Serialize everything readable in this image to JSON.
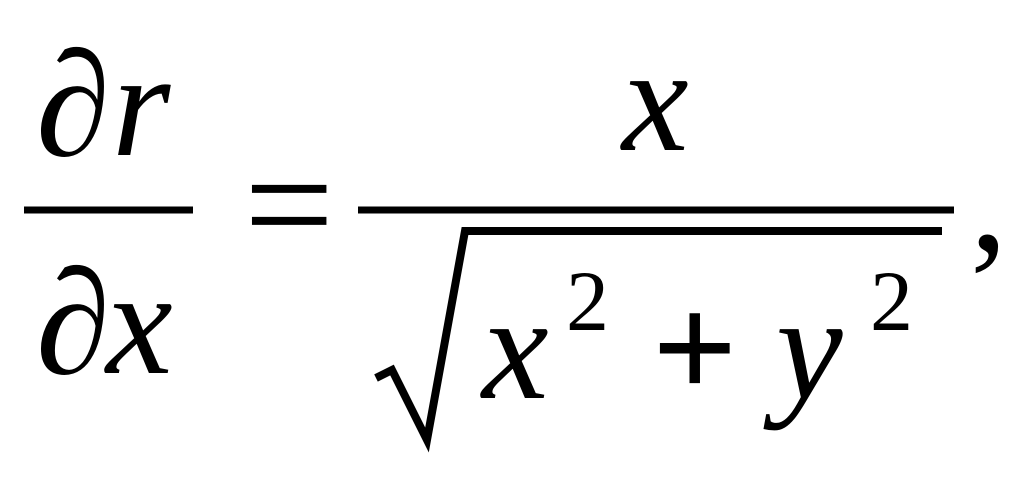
{
  "equation": {
    "lhs_numerator": {
      "partial": "∂",
      "variable": "r"
    },
    "lhs_denominator": {
      "partial": "∂",
      "variable": "x"
    },
    "equals": "=",
    "rhs_numerator": "x",
    "rhs_denominator": {
      "term1_base": "x",
      "term1_exponent": "2",
      "plus": "+",
      "term2_base": "y",
      "term2_exponent": "2"
    },
    "trailing_comma": ","
  },
  "colors": {
    "ink": "#000000",
    "background": "#ffffff"
  }
}
